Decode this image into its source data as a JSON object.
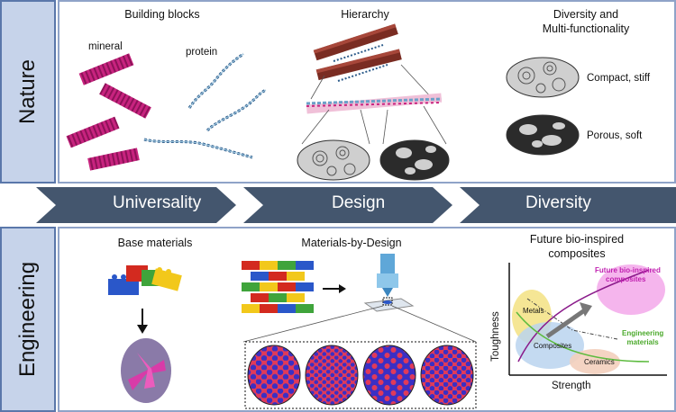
{
  "nature": {
    "label": "Nature",
    "building_blocks": {
      "title": "Building blocks",
      "mineral": "mineral",
      "protein": "protein"
    },
    "hierarchy": {
      "title": "Hierarchy"
    },
    "diversity": {
      "title_line1": "Diversity and",
      "title_line2": "Multi-functionality",
      "compact": "Compact, stiff",
      "porous": "Porous, soft"
    }
  },
  "banner": {
    "items": [
      "Universality",
      "Design",
      "Diversity"
    ]
  },
  "engineering": {
    "label": "Engineering",
    "base": {
      "title": "Base materials"
    },
    "design": {
      "title": "Materials-by-Design"
    },
    "future": {
      "title_line1": "Future bio-inspired",
      "title_line2": "composites",
      "chart_label1": "Future bio-inspired",
      "chart_label2": "composites",
      "metals": "Metals",
      "composites": "Composites",
      "ceramics": "Ceramics",
      "eng1": "Engineering",
      "eng2": "materials",
      "xlabel": "Strength",
      "ylabel": "Toughness"
    }
  },
  "colors": {
    "nature_band": "#c6d3ea",
    "banner": "#44566e",
    "mineral": "#c8237f",
    "protein": "#2c5b8a"
  }
}
